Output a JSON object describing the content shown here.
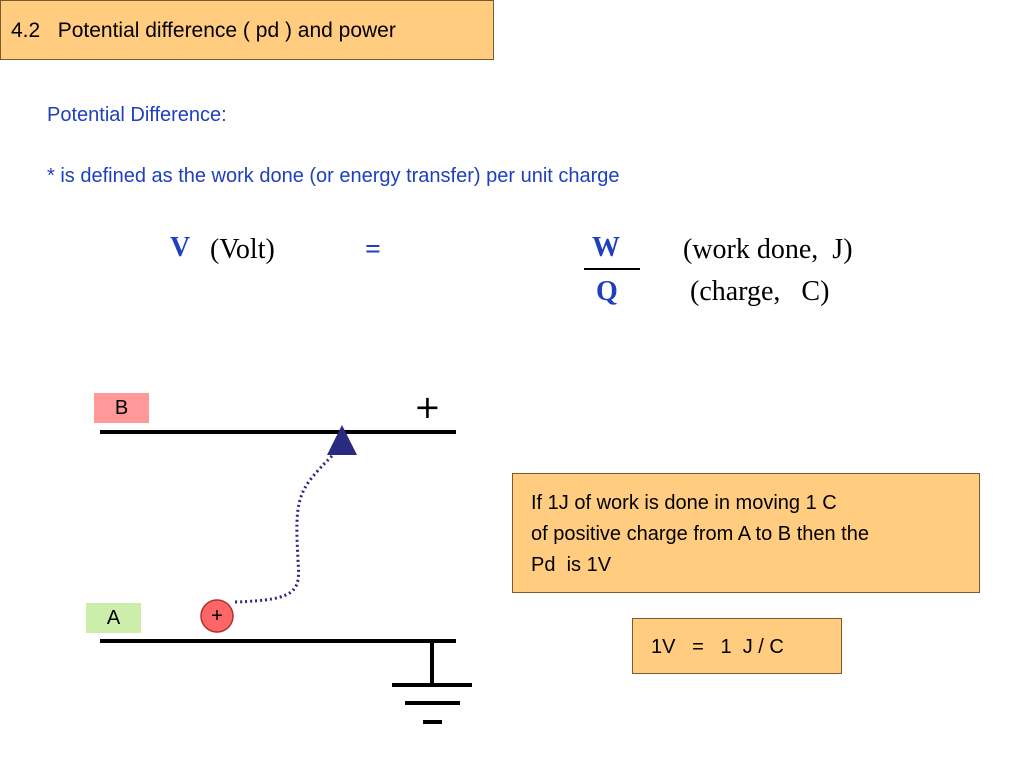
{
  "title": "4.2   Potential difference ( pd ) and power",
  "heading": "Potential Difference:",
  "definition": "* is defined as the work done (or energy transfer) per unit charge",
  "formula": {
    "v_symbol": "V",
    "v_unit": "(Volt)",
    "equals": "=",
    "numerator": "W",
    "numerator_note": "(work done,  J)",
    "denominator": "Q",
    "denominator_note": "(charge,   C)"
  },
  "diagram": {
    "plate_b_label": "B",
    "plate_a_label": "A",
    "positive_terminal": "+",
    "charge_symbol": "+"
  },
  "info_box": {
    "lines": [
      "If 1J of work is done in moving 1 C",
      "of positive charge from A to B then the",
      "Pd  is 1V"
    ]
  },
  "unit_equation": "1V   =   1  J / C",
  "colors": {
    "title_bg": "#ffcc80",
    "text_blue": "#1f3fbf",
    "label_b_bg": "#ff9999",
    "label_a_bg": "#cceeaa",
    "charge_fill": "#ff6666",
    "path_color": "#2a2a80"
  }
}
